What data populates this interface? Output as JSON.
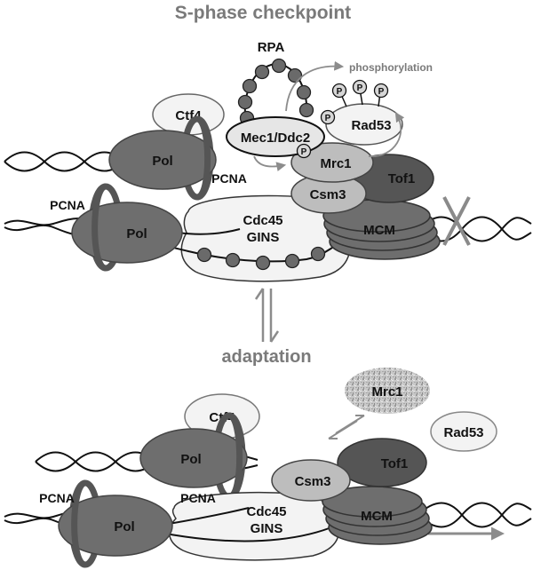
{
  "title": "S-phase checkpoint",
  "top": {
    "rpa": "RPA",
    "phosphorylation": "phosphorylation",
    "ctf4": "Ctf4",
    "pol_upper": "Pol",
    "pcna_upper": "PCNA",
    "mec1": "Mec1/Ddc2",
    "p_mrc1": "P",
    "mrc1": "Mrc1",
    "rad53": "Rad53",
    "p_rad53": "P",
    "p1": "P",
    "p2": "P",
    "p3": "P",
    "tof1": "Tof1",
    "csm3": "Csm3",
    "pcna_lower": "PCNA",
    "pol_lower": "Pol",
    "cdc45": "Cdc45",
    "gins": "GINS",
    "mcm": "MCM"
  },
  "adaptation": "adaptation",
  "bottom": {
    "mrc1": "Mrc1",
    "rad53": "Rad53",
    "ctf4": "Ctf4",
    "pol_upper": "Pol",
    "tof1": "Tof1",
    "csm3": "Csm3",
    "pcna_left": "PCNA",
    "pcna_mid": "PCNA",
    "pol_lower": "Pol",
    "cdc45": "Cdc45",
    "gins": "GINS",
    "mcm": "MCM"
  },
  "colors": {
    "title_gray": "#7a7a7a",
    "protein_dark": "#6e6e6e",
    "protein_light": "#f3f3f3",
    "protein_mid": "#bdbdbd",
    "tof1_dark": "#555555",
    "rpa_bead": "#6a6a6a",
    "arrow_gray": "#8c8c8c"
  }
}
